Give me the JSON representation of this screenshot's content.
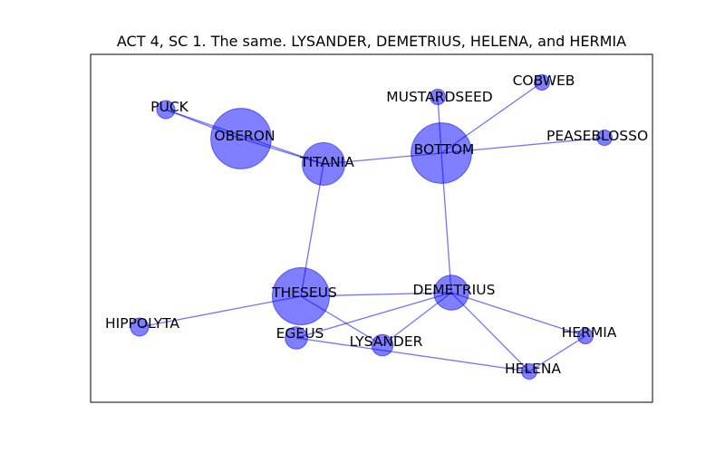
{
  "figure": {
    "title": "ACT 4, SC 1. The same. LYSANDER, DEMETRIUS, HELENA, and HERMIA"
  },
  "graph": {
    "node_color": "#0000ff",
    "edge_color": "#0000ff",
    "nodes": [
      {
        "id": "PUCK",
        "label": "PUCK",
        "weight": 0.5
      },
      {
        "id": "OBERON",
        "label": "OBERON",
        "weight": 10
      },
      {
        "id": "TITANIA",
        "label": "TITANIA",
        "weight": 4.5
      },
      {
        "id": "MUSTARDSEED",
        "label": "MUSTARDSEED",
        "weight": 0.3
      },
      {
        "id": "COBWEB",
        "label": "COBWEB",
        "weight": 0.3
      },
      {
        "id": "BOTTOM",
        "label": "BOTTOM",
        "weight": 10
      },
      {
        "id": "PEASEBLOSSOM",
        "label": "PEASEBLOSSO",
        "weight": 0.3
      },
      {
        "id": "THESEUS",
        "label": "THESEUS",
        "weight": 8.8
      },
      {
        "id": "DEMETRIUS",
        "label": "DEMETRIUS",
        "weight": 2.8
      },
      {
        "id": "HIPPOLYTA",
        "label": "HIPPOLYTA",
        "weight": 0.5
      },
      {
        "id": "EGEUS",
        "label": "EGEUS",
        "weight": 0.9
      },
      {
        "id": "LYSANDER",
        "label": "LYSANDER",
        "weight": 0.8
      },
      {
        "id": "HERMIA",
        "label": "HERMIA",
        "weight": 0.3
      },
      {
        "id": "HELENA",
        "label": "HELENA",
        "weight": 0.3
      }
    ],
    "edges": [
      [
        "PUCK",
        "OBERON"
      ],
      [
        "PUCK",
        "TITANIA"
      ],
      [
        "OBERON",
        "TITANIA"
      ],
      [
        "TITANIA",
        "BOTTOM"
      ],
      [
        "TITANIA",
        "THESEUS"
      ],
      [
        "BOTTOM",
        "MUSTARDSEED"
      ],
      [
        "BOTTOM",
        "COBWEB"
      ],
      [
        "BOTTOM",
        "PEASEBLOSSOM"
      ],
      [
        "BOTTOM",
        "DEMETRIUS"
      ],
      [
        "THESEUS",
        "DEMETRIUS"
      ],
      [
        "THESEUS",
        "HIPPOLYTA"
      ],
      [
        "THESEUS",
        "LYSANDER"
      ],
      [
        "EGEUS",
        "DEMETRIUS"
      ],
      [
        "EGEUS",
        "HELENA"
      ],
      [
        "DEMETRIUS",
        "LYSANDER"
      ],
      [
        "DEMETRIUS",
        "HELENA"
      ],
      [
        "DEMETRIUS",
        "HERMIA"
      ],
      [
        "HERMIA",
        "HELENA"
      ]
    ]
  }
}
